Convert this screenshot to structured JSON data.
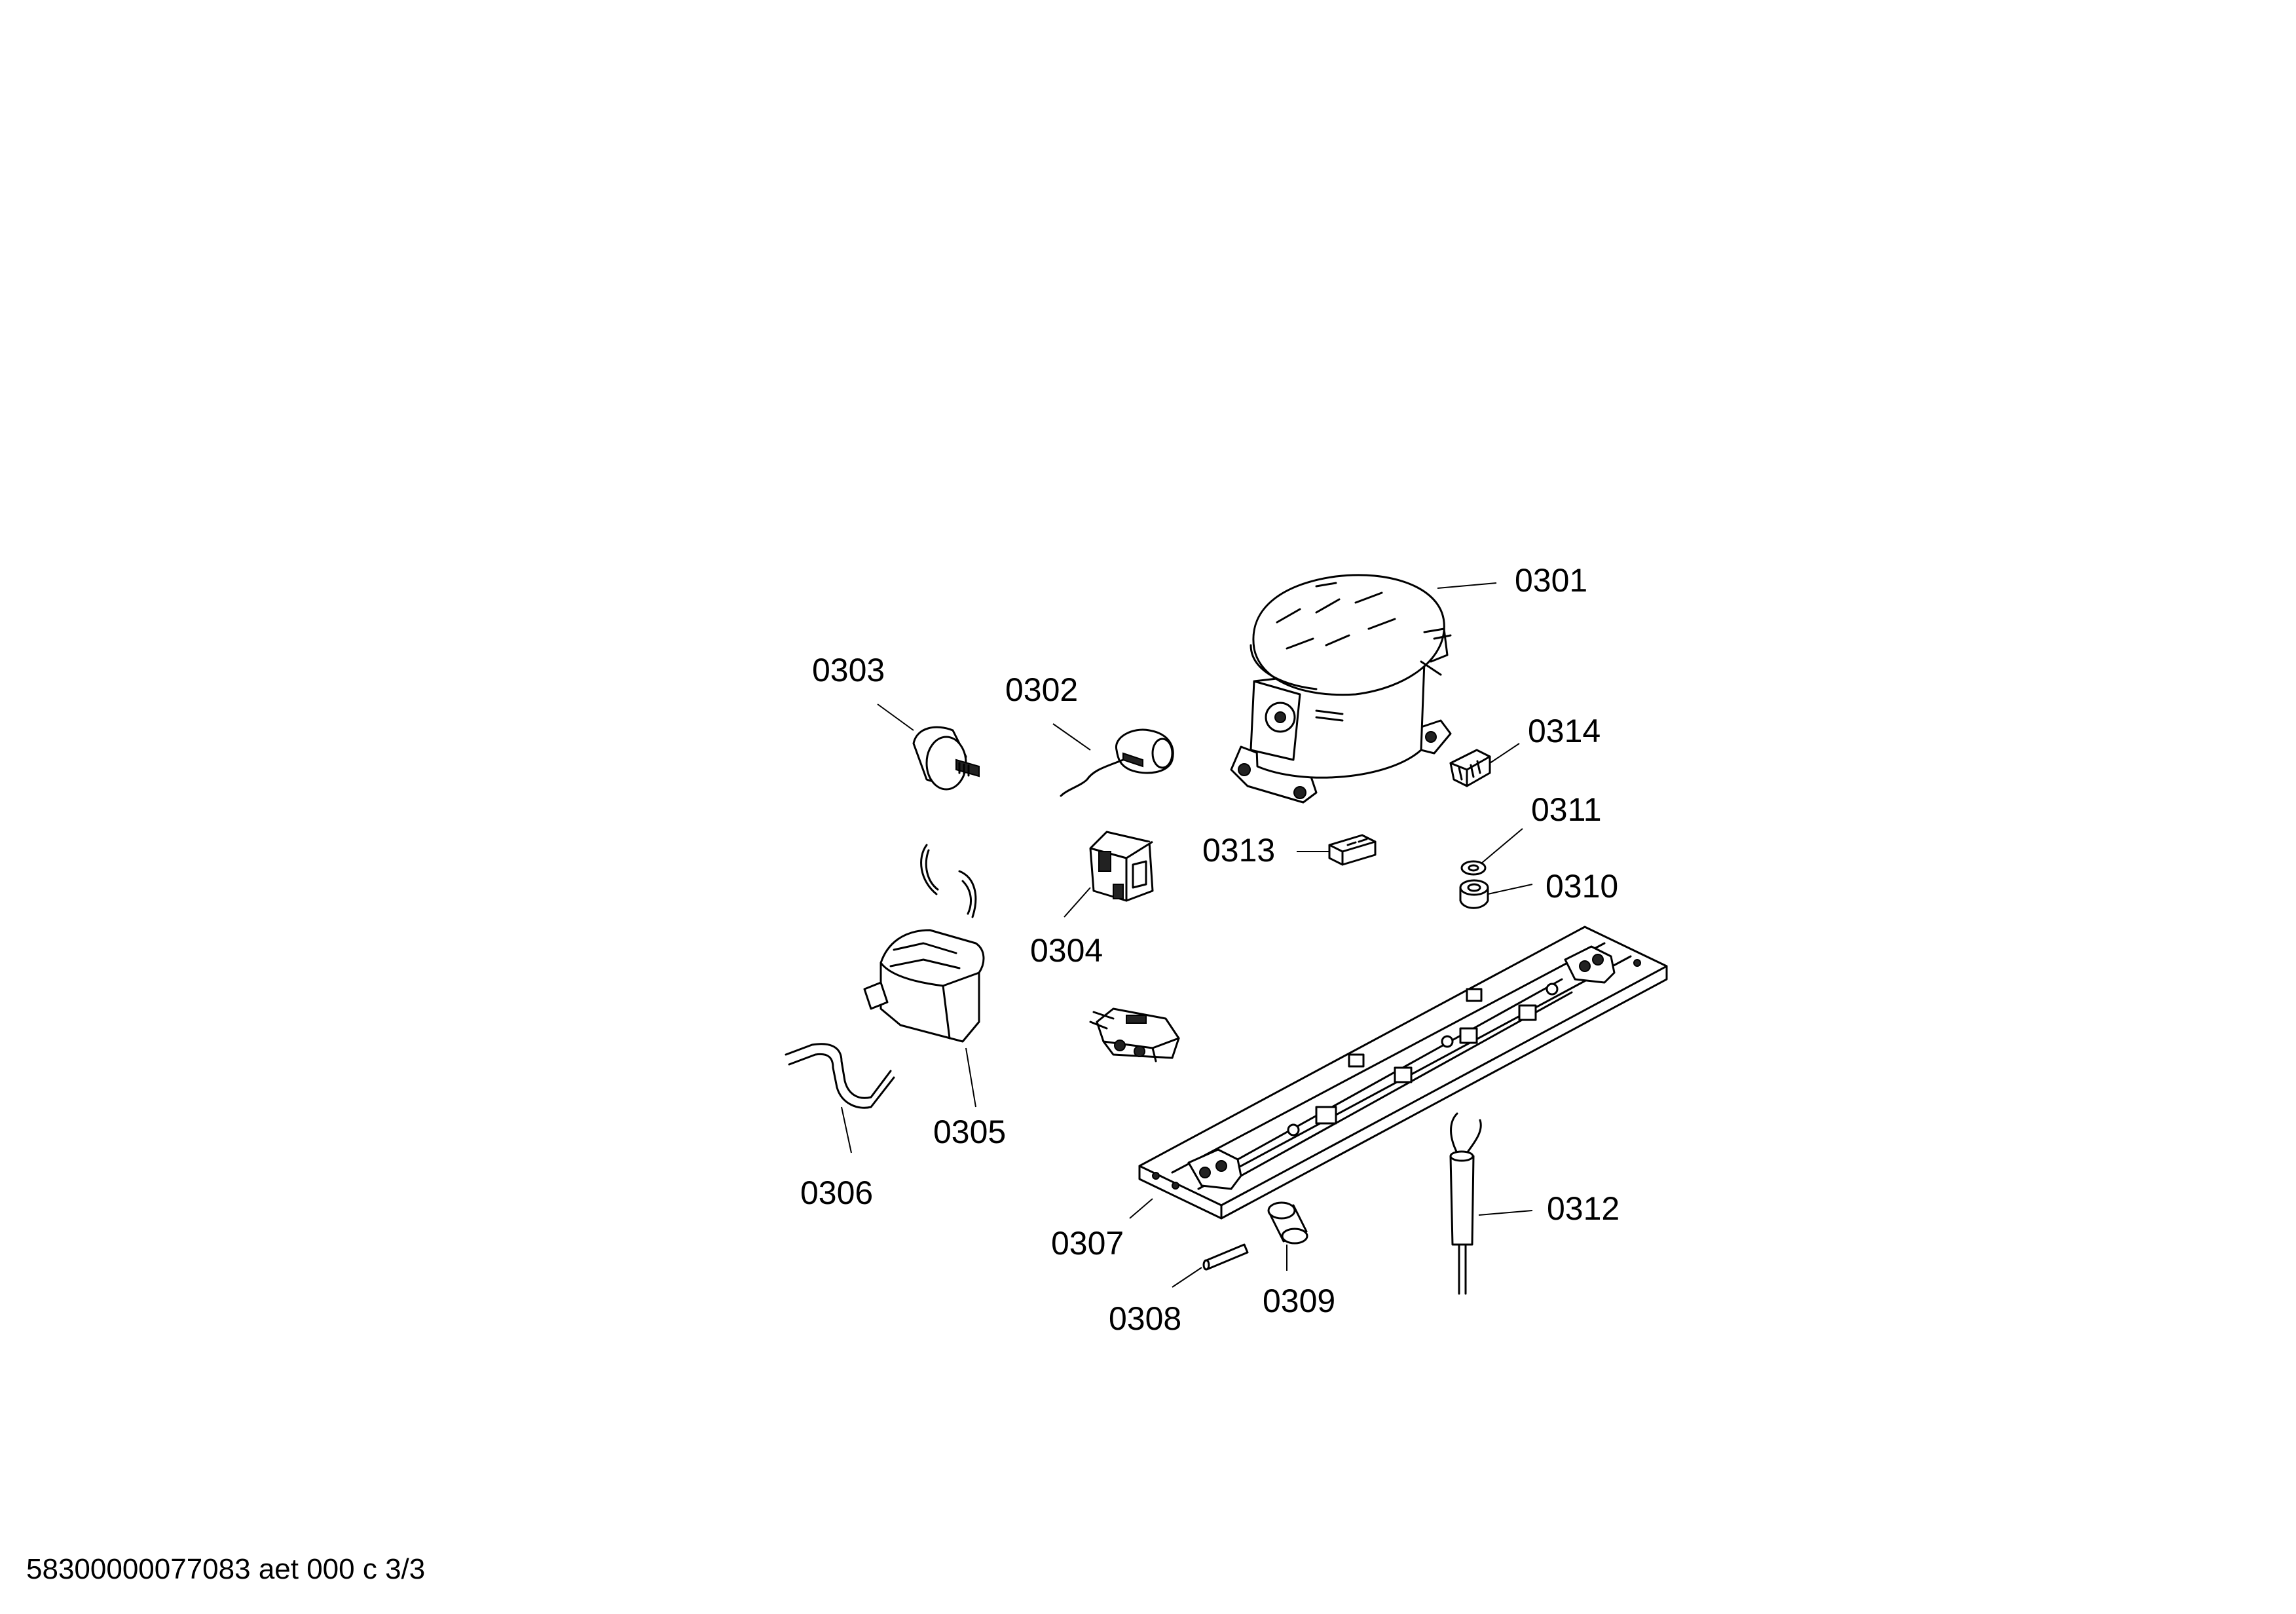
{
  "diagram": {
    "parts": [
      {
        "id": "0301",
        "label": "0301"
      },
      {
        "id": "0302",
        "label": "0302"
      },
      {
        "id": "0303",
        "label": "0303"
      },
      {
        "id": "0304",
        "label": "0304"
      },
      {
        "id": "0305",
        "label": "0305"
      },
      {
        "id": "0306",
        "label": "0306"
      },
      {
        "id": "0307",
        "label": "0307"
      },
      {
        "id": "0308",
        "label": "0308"
      },
      {
        "id": "0309",
        "label": "0309"
      },
      {
        "id": "0310",
        "label": "0310"
      },
      {
        "id": "0311",
        "label": "0311"
      },
      {
        "id": "0312",
        "label": "0312"
      },
      {
        "id": "0313",
        "label": "0313"
      },
      {
        "id": "0314",
        "label": "0314"
      }
    ]
  },
  "footer": {
    "document_code": "58300000077083 aet 000 c 3/3"
  }
}
